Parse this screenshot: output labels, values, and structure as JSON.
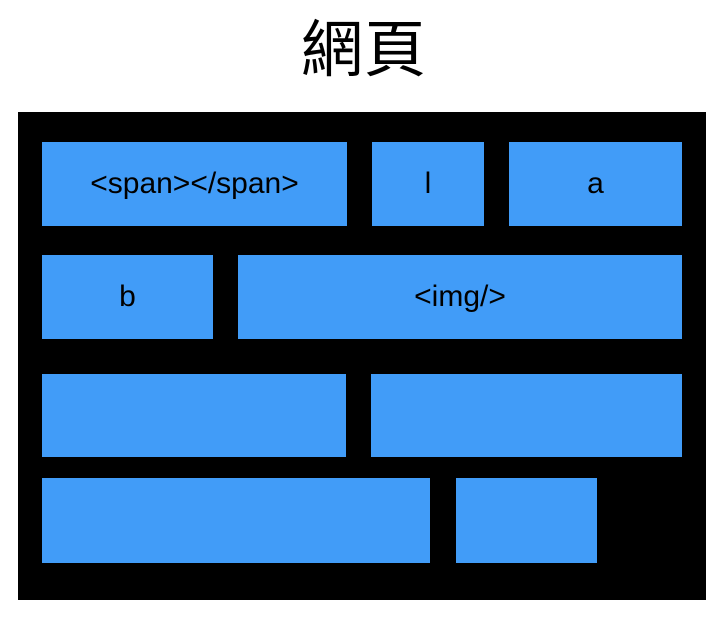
{
  "document": {
    "title": "網頁",
    "background_color": "#ffffff"
  },
  "container": {
    "name": "web-page-body",
    "background_color": "#000000",
    "border_color": "#000000"
  },
  "style": {
    "box_color": "#419cf8",
    "text_color": "#000000"
  },
  "rows": [
    {
      "index": 1,
      "boxes": [
        {
          "label": "<span></span>",
          "tag": "span"
        },
        {
          "label": "l",
          "tag": "l"
        },
        {
          "label": "a",
          "tag": "a"
        }
      ]
    },
    {
      "index": 2,
      "boxes": [
        {
          "label": "b",
          "tag": "b"
        },
        {
          "label": "<img/>",
          "tag": "img"
        }
      ]
    },
    {
      "index": 3,
      "boxes": [
        {
          "label": "",
          "tag": ""
        },
        {
          "label": "",
          "tag": ""
        }
      ]
    },
    {
      "index": 4,
      "boxes": [
        {
          "label": "",
          "tag": ""
        },
        {
          "label": "",
          "tag": ""
        }
      ]
    }
  ]
}
